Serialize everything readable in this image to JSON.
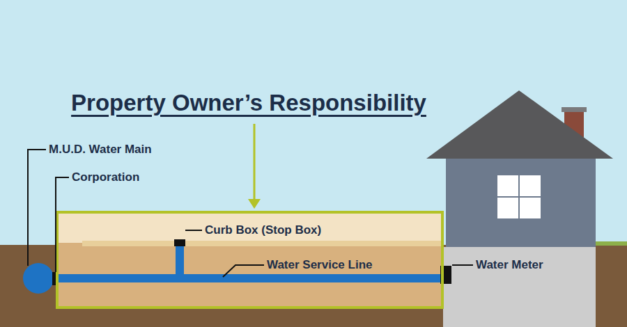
{
  "diagram": {
    "title": "Property Owner’s Responsibility",
    "labels": [
      "M.U.D. Water Main",
      "Corporation",
      "Curb Box (Stop Box)",
      "Water Service Line",
      "Water Meter"
    ]
  }
}
